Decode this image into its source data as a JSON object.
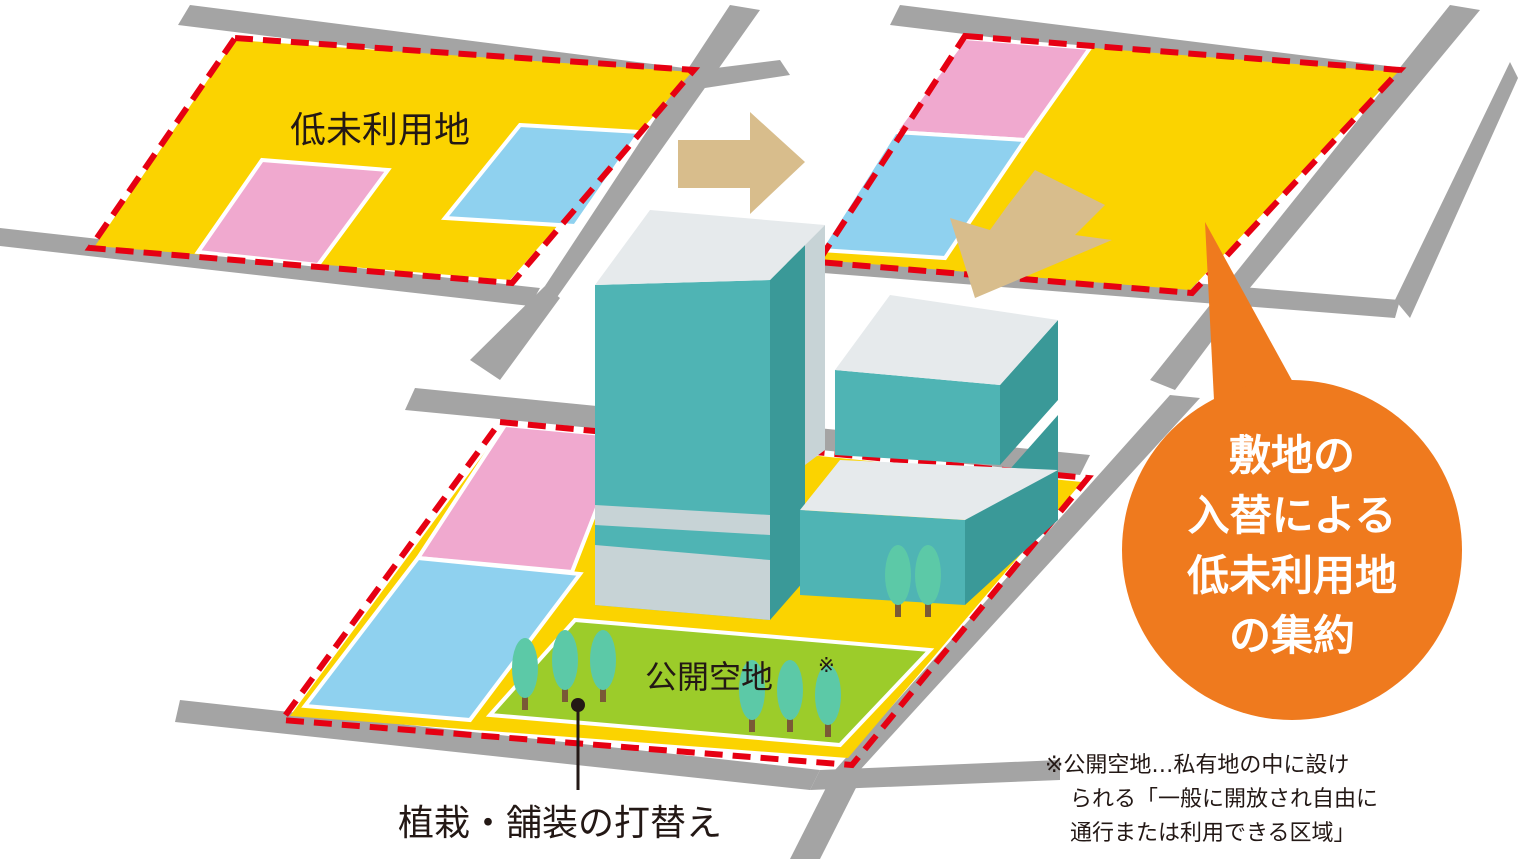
{
  "labels": {
    "underused_land": "低未利用地",
    "public_open_space": "公開空地",
    "public_open_space_mark": "※",
    "planting_paving": "植栽・舗装の打替え"
  },
  "bubble": {
    "lines": [
      "敷地の",
      "入替による",
      "低未利用地",
      "の集約"
    ]
  },
  "footnote": {
    "lines": [
      "※公開空地…私有地の中に設け",
      "られる「一般に開放され自由に",
      "通行または利用できる区域」"
    ]
  },
  "colors": {
    "road": "#a4a4a4",
    "lot_yellow": "#fbd300",
    "lot_pink": "#f0a9cf",
    "lot_blue": "#8fd1ef",
    "open_space_green": "#9ccc2a",
    "boundary_red": "#e60012",
    "building_front": "#4fb4b4",
    "building_side": "#3a9998",
    "building_top": "#e6eaec",
    "building_band": "#c7d3d6",
    "arrow": "#d8bd8c",
    "bubble": "#ef7a1e",
    "tree": "#5cc9a7",
    "trunk": "#7a5a36"
  }
}
